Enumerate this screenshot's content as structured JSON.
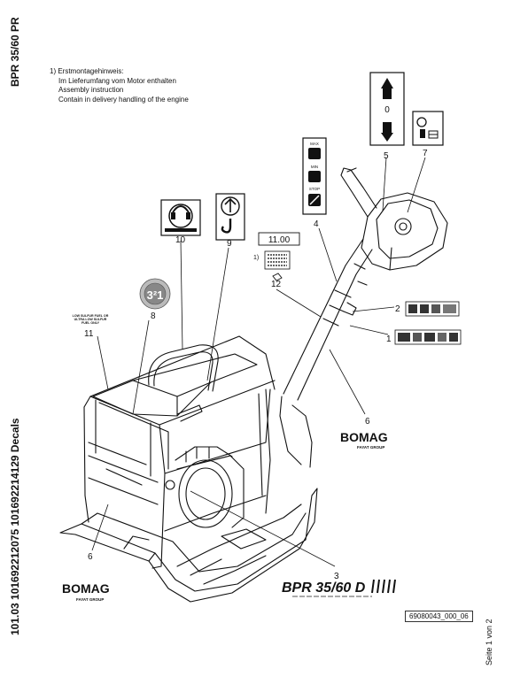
{
  "header": {
    "side_title": "BPR 35/60 PR",
    "side_ref": "101.03 101692212075 101692214129 Decals",
    "page_number": "Seite 1 von 2"
  },
  "notes": {
    "line1": "1)  Erstmontagehinweis:",
    "line2": "Im Lieferumfang vom Motor enthalten",
    "line3": "Assembly instruction",
    "line4": "Contain in delivery handling of the engine"
  },
  "callouts": {
    "c1": "1",
    "c2": "2",
    "c3": "3",
    "c4": "4",
    "c5": "5",
    "c6a": "6",
    "c6b": "6",
    "c7": "7",
    "c8": "8",
    "c9": "9",
    "c10": "10",
    "c11": "11",
    "c12": "12"
  },
  "decals": {
    "value_box": "11.00",
    "footnote_marker": "1)",
    "arrow_zero": "0",
    "decal_321": "3²1",
    "max": "MAX",
    "min": "MIN",
    "stop": "STOP",
    "fuel_note": "LOW SULFUR FUEL OR ULTRA LOW SULFUR FUEL ONLY",
    "brand_upper": "BOMAG",
    "brand_upper_sub": "FAYAT GROUP",
    "brand_lower": "BOMAG",
    "brand_lower_sub": "FAYAT GROUP",
    "model": "BPR 35/60 D"
  },
  "drawing_ref": "69080043_000_06"
}
